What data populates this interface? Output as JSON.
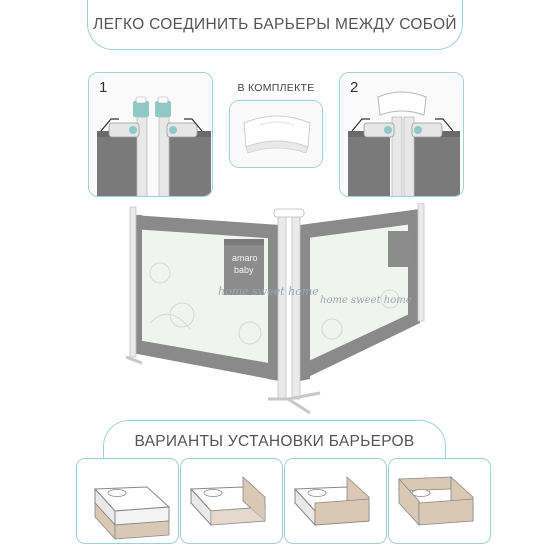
{
  "header": {
    "title": "ЛЕГКО СОЕДИНИТЬ БАРЬЕРЫ МЕЖДУ СОБОЙ"
  },
  "steps": [
    {
      "number": "1"
    },
    {
      "number": "2"
    }
  ],
  "kit": {
    "label": "В КОМПЛЕКТЕ"
  },
  "barrier": {
    "brand_lines": [
      "amaro",
      "baby"
    ],
    "print_left": "home sweet home",
    "print_right": "home sweet home"
  },
  "variants": {
    "title": "ВАРИАНТЫ УСТАНОВКИ БАРЬЕРОВ",
    "count": 4
  },
  "colors": {
    "accent_border": "#9fd3cf",
    "frame_gray": "#7d7d7d",
    "connector_teal": "#8fc9c4",
    "barrier_tan": "#d8c8b4"
  }
}
